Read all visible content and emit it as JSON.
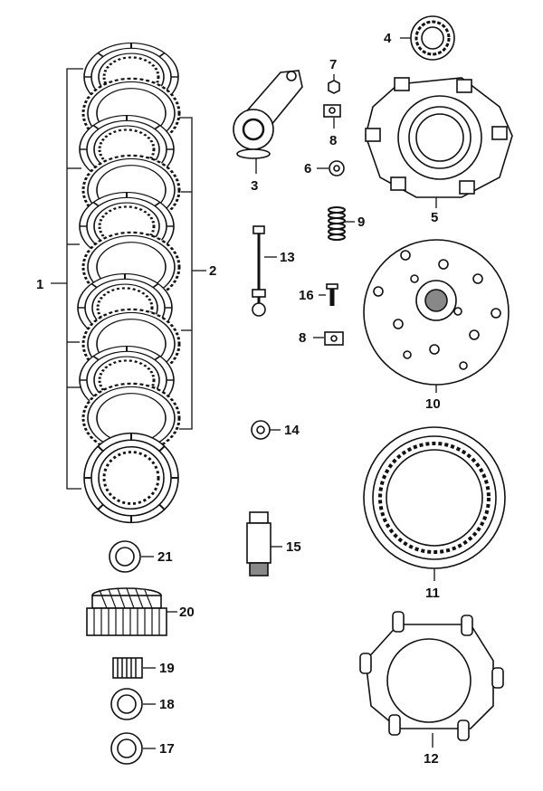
{
  "diagram": {
    "callouts": [
      {
        "id": "1",
        "text": "1"
      },
      {
        "id": "2",
        "text": "2"
      },
      {
        "id": "3",
        "text": "3"
      },
      {
        "id": "4",
        "text": "4"
      },
      {
        "id": "5",
        "text": "5"
      },
      {
        "id": "6",
        "text": "6"
      },
      {
        "id": "7",
        "text": "7"
      },
      {
        "id": "8a",
        "text": "8"
      },
      {
        "id": "8b",
        "text": "8"
      },
      {
        "id": "9",
        "text": "9"
      },
      {
        "id": "10",
        "text": "10"
      },
      {
        "id": "11",
        "text": "11"
      },
      {
        "id": "12",
        "text": "12"
      },
      {
        "id": "13",
        "text": "13"
      },
      {
        "id": "14",
        "text": "14"
      },
      {
        "id": "15",
        "text": "15"
      },
      {
        "id": "16",
        "text": "16"
      },
      {
        "id": "17",
        "text": "17"
      },
      {
        "id": "18",
        "text": "18"
      },
      {
        "id": "19",
        "text": "19"
      },
      {
        "id": "20",
        "text": "20"
      },
      {
        "id": "21",
        "text": "21"
      }
    ]
  }
}
